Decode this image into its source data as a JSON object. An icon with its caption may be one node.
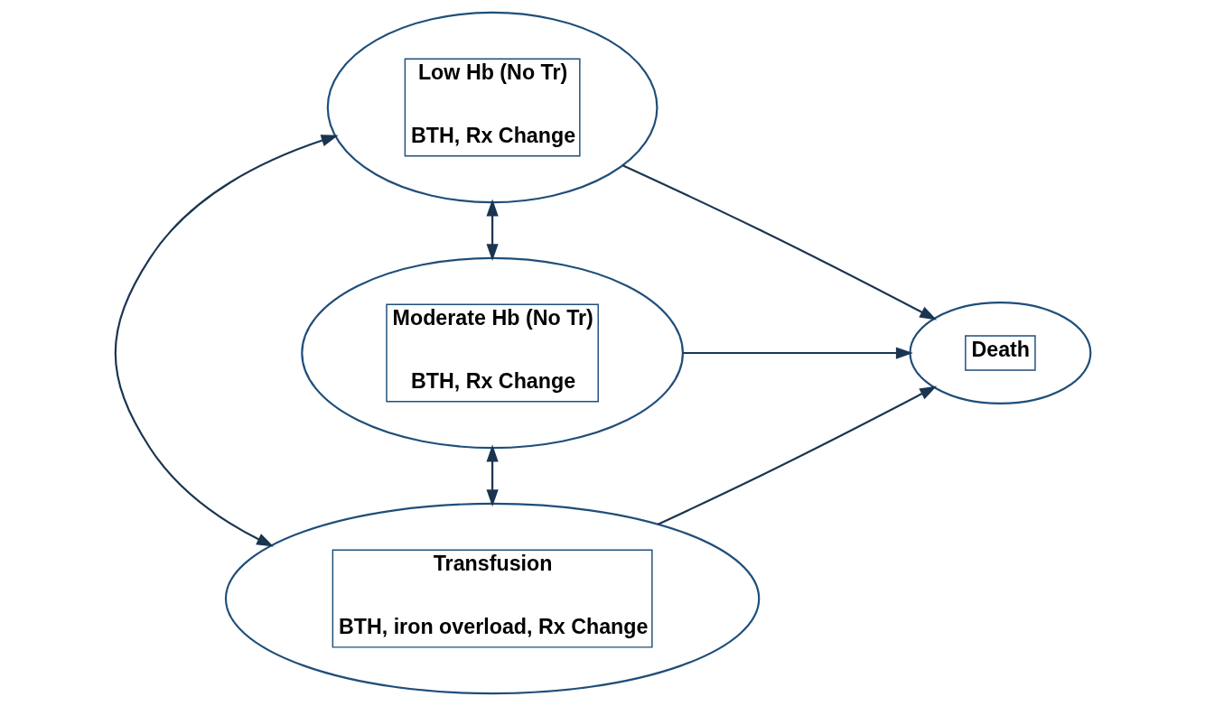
{
  "diagram": {
    "nodes": [
      {
        "text": [
          "Low Hb (No Tr)",
          "BTH, Rx Change"
        ]
      },
      {
        "text": [
          "Moderate Hb (No Tr)",
          "BTH, Rx Change"
        ]
      },
      {
        "text": [
          "Transfusion",
          "BTH, iron overload, Rx Change"
        ]
      },
      {
        "text": [
          "Death"
        ]
      }
    ],
    "edges": [
      {
        "from": 0,
        "to": 1,
        "arrow": "both"
      },
      {
        "from": 1,
        "to": 2,
        "arrow": "both"
      },
      {
        "from": 0,
        "to": 2,
        "arrow": "both"
      },
      {
        "from": 0,
        "to": 3,
        "arrow": "to"
      },
      {
        "from": 1,
        "to": 3,
        "arrow": "to"
      },
      {
        "from": 2,
        "to": 3,
        "arrow": "to"
      }
    ]
  }
}
